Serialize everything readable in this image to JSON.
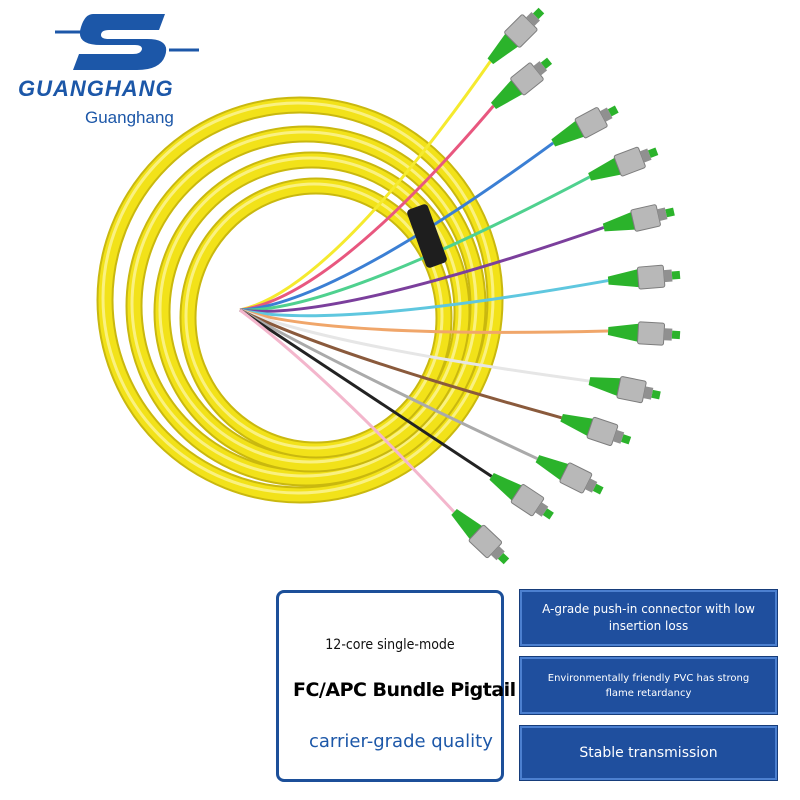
{
  "brand": {
    "name": "GUANGHANG",
    "subname": "Guanghang",
    "color": "#1c57a8"
  },
  "product": {
    "line1": "12-core single-mode",
    "line2": "FC/APC Bundle Pigtail",
    "line3": "carrier-grade quality"
  },
  "features": [
    {
      "text": "A-grade push-in connector with low insertion loss"
    },
    {
      "text": "Environmentally friendly PVC has strong flame retardancy"
    },
    {
      "text": "Stable transmission"
    }
  ],
  "illustration": {
    "cable_jacket_color": "#f2e219",
    "connector_body_color": "#2bb32b",
    "fibers": [
      {
        "color": "#f5ea2e"
      },
      {
        "color": "#e8577f"
      },
      {
        "color": "#3b7fd4"
      },
      {
        "color": "#4fd18f"
      },
      {
        "color": "#7b3f9c"
      },
      {
        "color": "#5fc7df"
      },
      {
        "color": "#f0a66a"
      },
      {
        "color": "#e6e6e6"
      },
      {
        "color": "#8a5a3c"
      },
      {
        "color": "#aaaaaa"
      },
      {
        "color": "#222222"
      },
      {
        "color": "#f3b6cc"
      }
    ]
  }
}
